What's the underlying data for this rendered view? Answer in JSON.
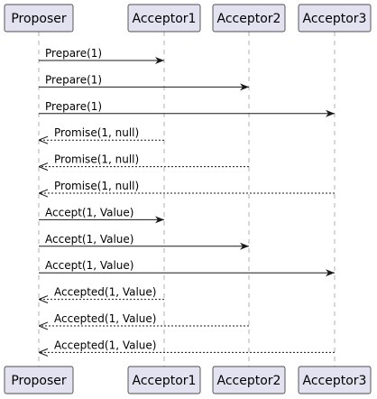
{
  "participants": [
    {
      "id": "proposer",
      "label": "Proposer"
    },
    {
      "id": "acceptor1",
      "label": "Acceptor1"
    },
    {
      "id": "acceptor2",
      "label": "Acceptor2"
    },
    {
      "id": "acceptor3",
      "label": "Acceptor3"
    }
  ],
  "messages": [
    {
      "from": "proposer",
      "to": "acceptor1",
      "label": "Prepare(1)",
      "style": "solid"
    },
    {
      "from": "proposer",
      "to": "acceptor2",
      "label": "Prepare(1)",
      "style": "solid"
    },
    {
      "from": "proposer",
      "to": "acceptor3",
      "label": "Prepare(1)",
      "style": "solid"
    },
    {
      "from": "acceptor1",
      "to": "proposer",
      "label": "Promise(1, null)",
      "style": "dashed"
    },
    {
      "from": "acceptor2",
      "to": "proposer",
      "label": "Promise(1, null)",
      "style": "dashed"
    },
    {
      "from": "acceptor3",
      "to": "proposer",
      "label": "Promise(1, null)",
      "style": "dashed"
    },
    {
      "from": "proposer",
      "to": "acceptor1",
      "label": "Accept(1, Value)",
      "style": "solid"
    },
    {
      "from": "proposer",
      "to": "acceptor2",
      "label": "Accept(1, Value)",
      "style": "solid"
    },
    {
      "from": "proposer",
      "to": "acceptor3",
      "label": "Accept(1, Value)",
      "style": "solid"
    },
    {
      "from": "acceptor1",
      "to": "proposer",
      "label": "Accepted(1, Value)",
      "style": "dashed"
    },
    {
      "from": "acceptor2",
      "to": "proposer",
      "label": "Accepted(1, Value)",
      "style": "dashed"
    },
    {
      "from": "acceptor3",
      "to": "proposer",
      "label": "Accepted(1, Value)",
      "style": "dashed"
    }
  ],
  "colors": {
    "participant_fill": "#E2E2F0",
    "participant_border": "#181818",
    "lifeline": "#B0B0B0",
    "arrow": "#181818"
  }
}
